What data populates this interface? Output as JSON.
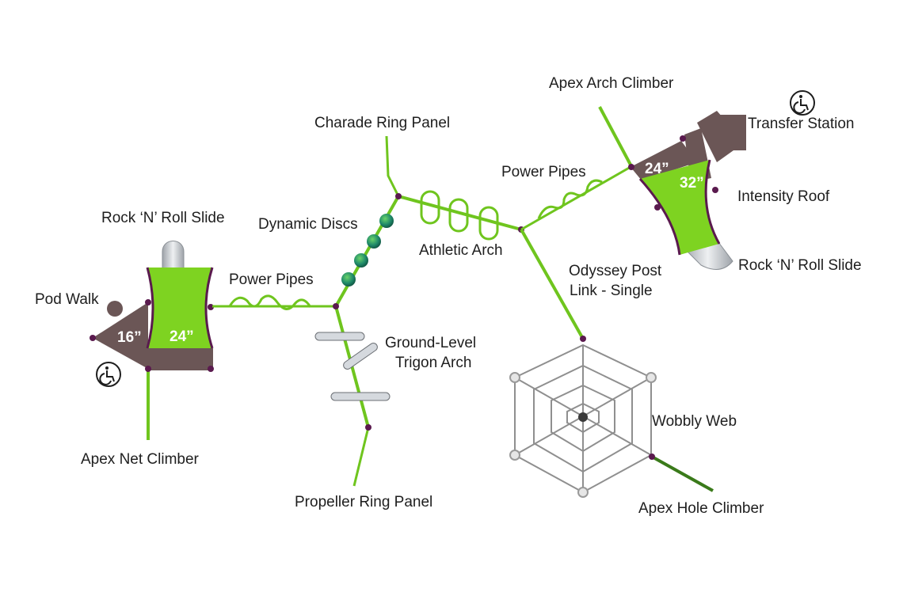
{
  "diagram": {
    "labels": {
      "apex_arch_climber": "Apex Arch Climber",
      "transfer_station": "Transfer Station",
      "charade_ring_panel": "Charade Ring Panel",
      "power_pipes_right": "Power Pipes",
      "intensity_roof": "Intensity Roof",
      "rock_n_roll_slide_left": "Rock ‘N’ Roll Slide",
      "dynamic_discs": "Dynamic Discs",
      "athletic_arch": "Athletic Arch",
      "odyssey_post_link_line1": "Odyssey Post",
      "odyssey_post_link_line2": "Link - Single",
      "rock_n_roll_slide_right": "Rock ‘N’ Roll Slide",
      "power_pipes_left": "Power Pipes",
      "pod_walk": "Pod Walk",
      "ground_level_trigon_arch_line1": "Ground-Level",
      "ground_level_trigon_arch_line2": "Trigon Arch",
      "wobbly_web": "Wobbly Web",
      "apex_net_climber": "Apex Net Climber",
      "propeller_ring_panel": "Propeller Ring Panel",
      "apex_hole_climber": "Apex Hole Climber"
    },
    "deck_heights": {
      "left_platform": "24”",
      "left_pod": "16”",
      "right_upper_deck": "24”",
      "right_main_deck": "32”"
    },
    "colors": {
      "deck_green": "#7ed321",
      "post_purple": "#5a1a4e",
      "roof_brown": "#6b5656",
      "slide_silver": "#c9cdd2",
      "disc_teal": "#1f8a6a",
      "web_gray": "#8f8f8f"
    },
    "icons": [
      "wheelchair-accessible-icon",
      "wheelchair-accessible-icon"
    ]
  }
}
